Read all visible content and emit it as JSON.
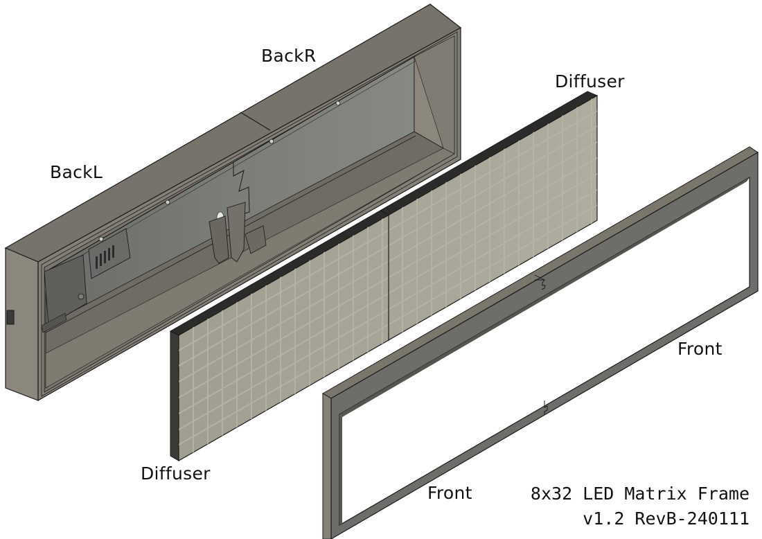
{
  "diagram": {
    "type": "exploded isometric CAD assembly",
    "title": "8x32 LED Matrix Frame",
    "revision": "v1.2 RevB-240111",
    "colors": {
      "background": "#ffffff",
      "body_top": "#77736a",
      "body_side": "#8a857b",
      "body_front": "#8f8a80",
      "cavity": "#6e706c",
      "cavity_light": "#7e807a",
      "diffuser_face": "#a4a293",
      "diffuser_grid": "#b4b2a4",
      "diffuser_edge": "#2b2b29",
      "frame_face": "#6d6e69",
      "frame_top": "#7a766c",
      "outline": "#1a1a1a"
    },
    "parts": [
      {
        "id": "backL",
        "label": "BackL"
      },
      {
        "id": "backR",
        "label": "BackR"
      },
      {
        "id": "diffuser_left",
        "label": "Diffuser"
      },
      {
        "id": "diffuser_right",
        "label": "Diffuser"
      },
      {
        "id": "front_left",
        "label": "Front"
      },
      {
        "id": "front_right",
        "label": "Front"
      }
    ]
  },
  "labels": {
    "backR": "BackR",
    "backL": "BackL",
    "diffuser_top": "Diffuser",
    "diffuser_bottom": "Diffuser",
    "front_right": "Front",
    "front_left": "Front"
  },
  "title_block": {
    "title": "8x32 LED Matrix Frame",
    "revision": "v1.2 RevB-240111"
  }
}
